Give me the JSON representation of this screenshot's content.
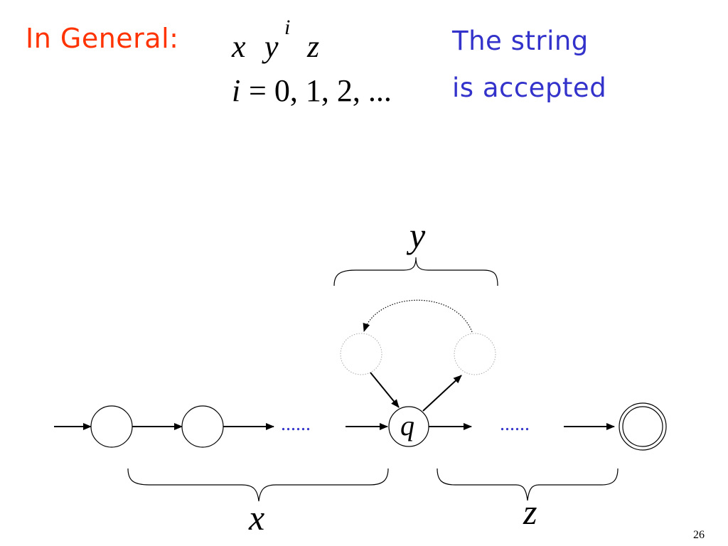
{
  "heading": "In General:",
  "formula": {
    "x": "x",
    "y": "y",
    "exponent": "i",
    "z": "z",
    "range_var": "i",
    "range_rhs": "= 0, 1, 2, ..."
  },
  "note": {
    "line1": "The string",
    "line2": "is accepted"
  },
  "diagram": {
    "ellipsis_left": "......",
    "ellipsis_right": "......",
    "pumping_state": "q",
    "label_x": "x",
    "label_y": "y",
    "label_z": "z"
  },
  "page_number": "26",
  "colors": {
    "heading": "#ff3300",
    "note": "#3333cc",
    "ellipsis": "#3333cc"
  }
}
